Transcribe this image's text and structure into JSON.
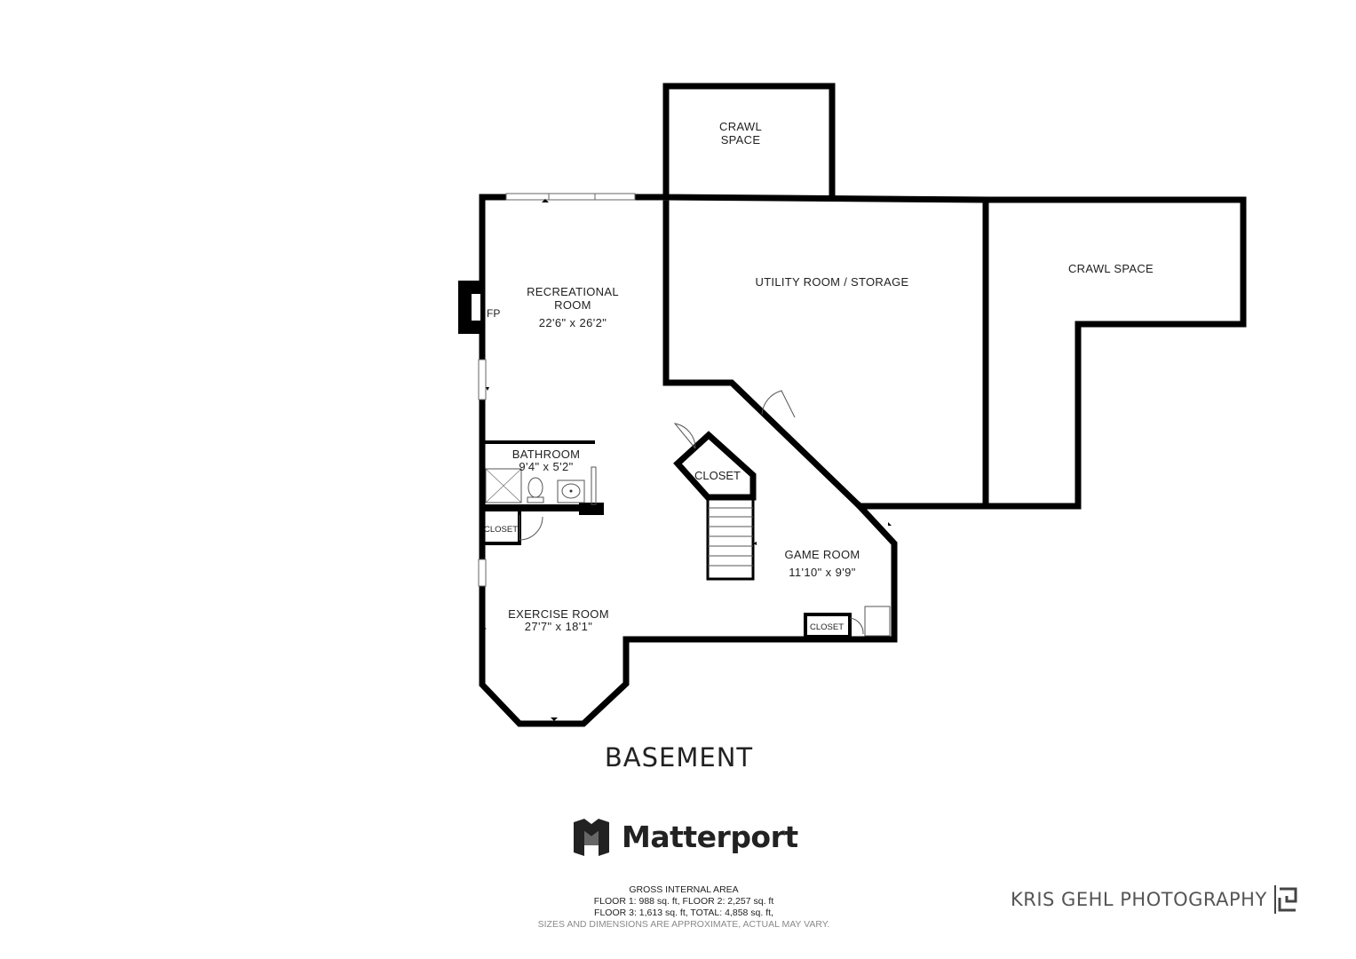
{
  "rooms": {
    "crawl_space_top": {
      "line1": "CRAWL",
      "line2": "SPACE"
    },
    "utility": {
      "name": "UTILITY ROOM / STORAGE"
    },
    "crawl_space_right": {
      "name": "CRAWL SPACE"
    },
    "recreational": {
      "line1": "RECREATIONAL",
      "line2": "ROOM",
      "dims": "22'6\" x 26'2\""
    },
    "fireplace": {
      "label": "FP"
    },
    "bathroom": {
      "name": "BATHROOM",
      "dims": "9'4\" x 5'2\""
    },
    "closet_small_left": {
      "name": "CLOSET"
    },
    "closet_stair": {
      "name": "CLOSET"
    },
    "closet_small_right": {
      "name": "CLOSET"
    },
    "game": {
      "name": "GAME ROOM",
      "dims": "11'10\" x 9'9\""
    },
    "exercise": {
      "name": "EXERCISE ROOM",
      "dims": "27'7\" x 18'1\""
    }
  },
  "floor_title": "BASEMENT",
  "brand": {
    "name": "Matterport",
    "color": "#222222",
    "icon": "matterport-logo-icon"
  },
  "area": {
    "heading": "GROSS INTERNAL AREA",
    "line1": "FLOOR 1: 988 sq. ft, FLOOR 2: 2,257 sq. ft",
    "line2": "FLOOR 3: 1,613 sq. ft, TOTAL: 4,858 sq. ft,",
    "disclaimer": "SIZES AND DIMENSIONS ARE APPROXIMATE, ACTUAL MAY VARY."
  },
  "photographer": {
    "name": "KRIS GEHL PHOTOGRAPHY",
    "icon": "kg-monogram-icon"
  }
}
